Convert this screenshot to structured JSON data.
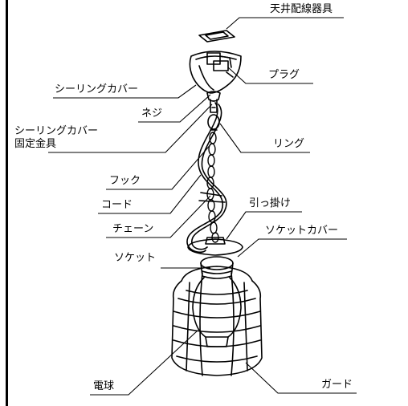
{
  "labels": {
    "ceiling_fixture": "天井配線器具",
    "plug": "プラグ",
    "ceiling_cover": "シーリングカバー",
    "screw": "ネジ",
    "cover_bracket_line1": "シーリングカバー",
    "cover_bracket_line2": "固定金具",
    "ring": "リング",
    "hook": "フック",
    "cord": "コード",
    "hanger": "引っ掛け",
    "chain": "チェーン",
    "socket_cover": "ソケットカバー",
    "socket": "ソケット",
    "bulb": "電球",
    "guard": "ガード"
  }
}
